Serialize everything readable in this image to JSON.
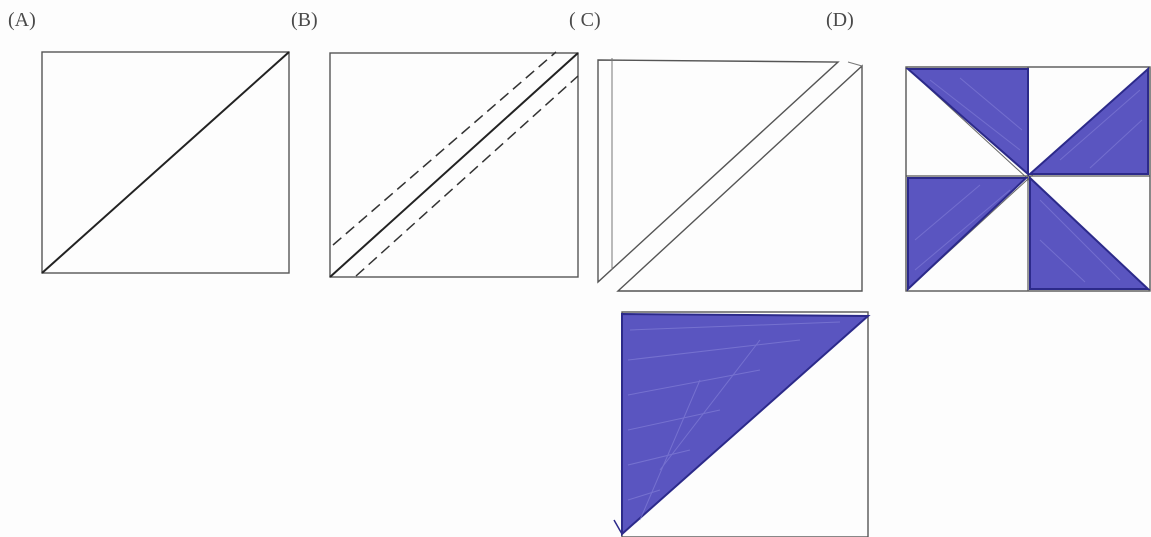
{
  "figure": {
    "panel_labels": [
      "(A)",
      "(B)",
      "( C)",
      "(D)"
    ],
    "colors": {
      "pencil": "#3a3a3a",
      "faint_pencil": "#6e6e6e",
      "ink_fill": "#5a55c0",
      "ink_stroke": "#2c2a8a"
    },
    "panels": [
      {
        "label": "(A)",
        "content": "square with one solid diagonal"
      },
      {
        "label": "(B)",
        "content": "square with solid diagonal and two dashed parallel lines"
      },
      {
        "label": "( C)",
        "content": "square cut into two right triangles, offset apart"
      },
      {
        "label": "(D)",
        "content": "four shaded half-square triangles arranged in a pinwheel"
      }
    ],
    "extra_piece": "single shaded half-square triangle below panel C"
  }
}
